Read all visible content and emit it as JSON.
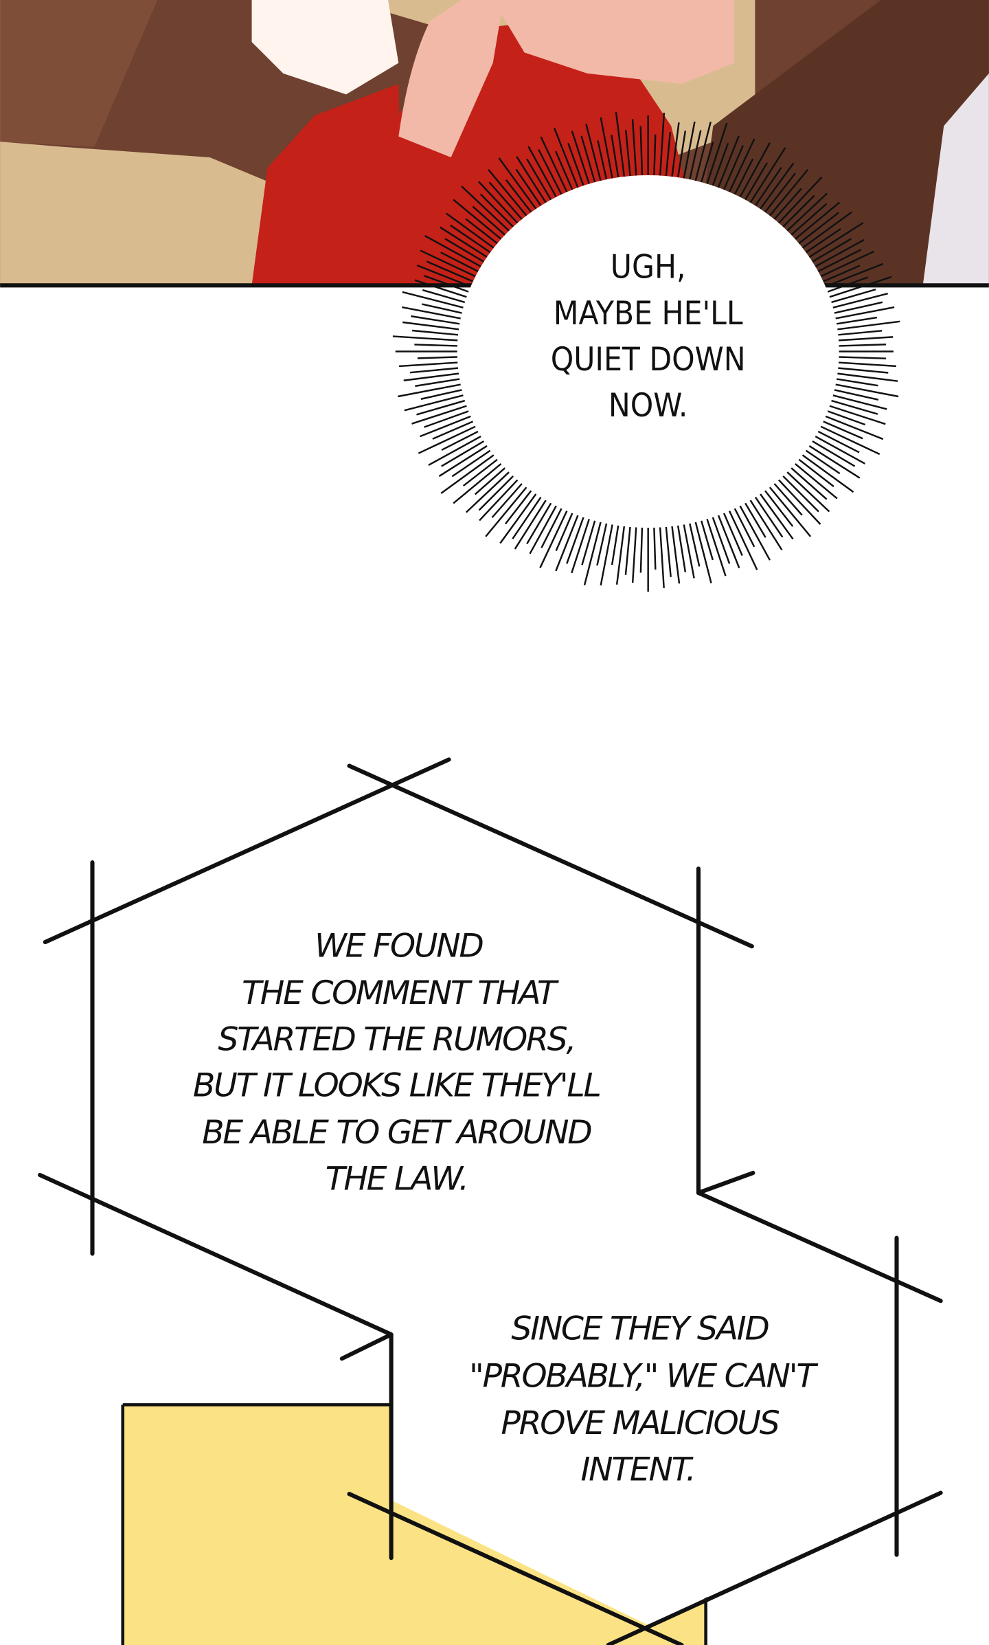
{
  "panel_colors": {
    "wall": "#6e4130",
    "floor": "#d9bb90",
    "dress": "#c42119",
    "hair": "#f3b9a8",
    "coat": "#5b3325",
    "highlight": "#fff4ee",
    "yellow": "#fbe385"
  },
  "burst_bubble": {
    "lines": [
      "UGH,",
      "MAYBE HE'LL",
      "QUIET DOWN",
      "NOW."
    ]
  },
  "hex_bubble_1": {
    "lines": [
      "WE FOUND",
      "THE COMMENT THAT",
      "STARTED THE RUMORS,",
      "BUT IT LOOKS LIKE THEY'LL",
      "BE ABLE TO GET AROUND",
      "THE LAW."
    ]
  },
  "hex_bubble_2": {
    "lines": [
      "SINCE THEY SAID",
      "\"PROBABLY,\" WE CAN'T",
      "PROVE MALICIOUS",
      "INTENT."
    ]
  }
}
